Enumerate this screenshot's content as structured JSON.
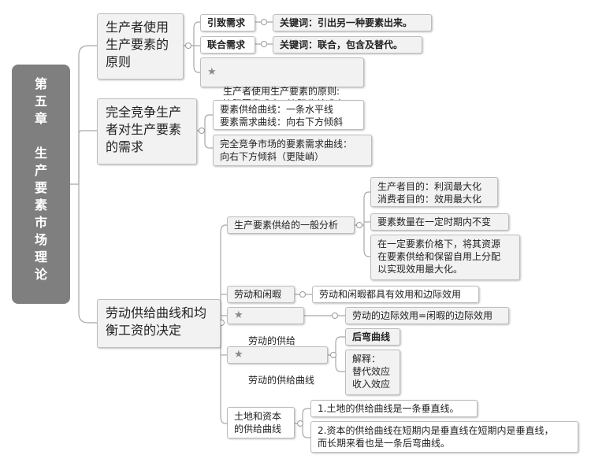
{
  "root": {
    "line1": "第五章",
    "line2": "生产要素市场理论"
  },
  "branches": [
    {
      "title": "生产者使用生产要素的原则",
      "children": [
        {
          "label": "引致需求",
          "detail": "关键词：引出另一种要素出来。"
        },
        {
          "label": "联合需求",
          "detail": "关键词：联合，包含及替代。"
        },
        {
          "label": "生产者使用生产要素的原则:\n边际要素成本=边际收益成本",
          "icon": "star-icon"
        }
      ]
    },
    {
      "title": "完全竞争生产者对生产要素的需求",
      "children": [
        {
          "label": "要素供给曲线：一条水平线\n要素需求曲线：向右下方倾斜"
        },
        {
          "label": "完全竞争市场的要素需求曲线：\n向右下方倾斜（更陡峭）"
        }
      ]
    },
    {
      "title": "劳动供给曲线和均衡工资的决定",
      "children": [
        {
          "label": "生产要素供给的一般分析",
          "children": [
            {
              "label": "生产者目的：利润最大化\n消费者目的：效用最大化"
            },
            {
              "label": "要素数量在一定时期内不变"
            },
            {
              "label": "在一定要素价格下，将其资源\n在要素供给和保留自用上分配\n以实现效用最大化。"
            }
          ]
        },
        {
          "label": "劳动和闲暇",
          "children": [
            {
              "label": "劳动和闲暇都具有效用和边际效用"
            }
          ]
        },
        {
          "label": "劳动的供给原则",
          "icon": "star-icon",
          "children": [
            {
              "label": "劳动的边际效用=闲暇的边际效用"
            }
          ]
        },
        {
          "label": "劳动的供给曲线",
          "icon": "star-icon",
          "children": [
            {
              "label": "后弯曲线"
            },
            {
              "label": "解释：\n替代效应\n收入效应"
            }
          ]
        },
        {
          "label": "土地和资本\n的供给曲线",
          "children": [
            {
              "label": "1.土地的供给曲线是一条垂直线。"
            },
            {
              "label": "2.资本的供给曲线在短期内是垂直线在短期内是垂直线，\n而长期来看也是一条后弯曲线。"
            }
          ]
        }
      ]
    }
  ]
}
